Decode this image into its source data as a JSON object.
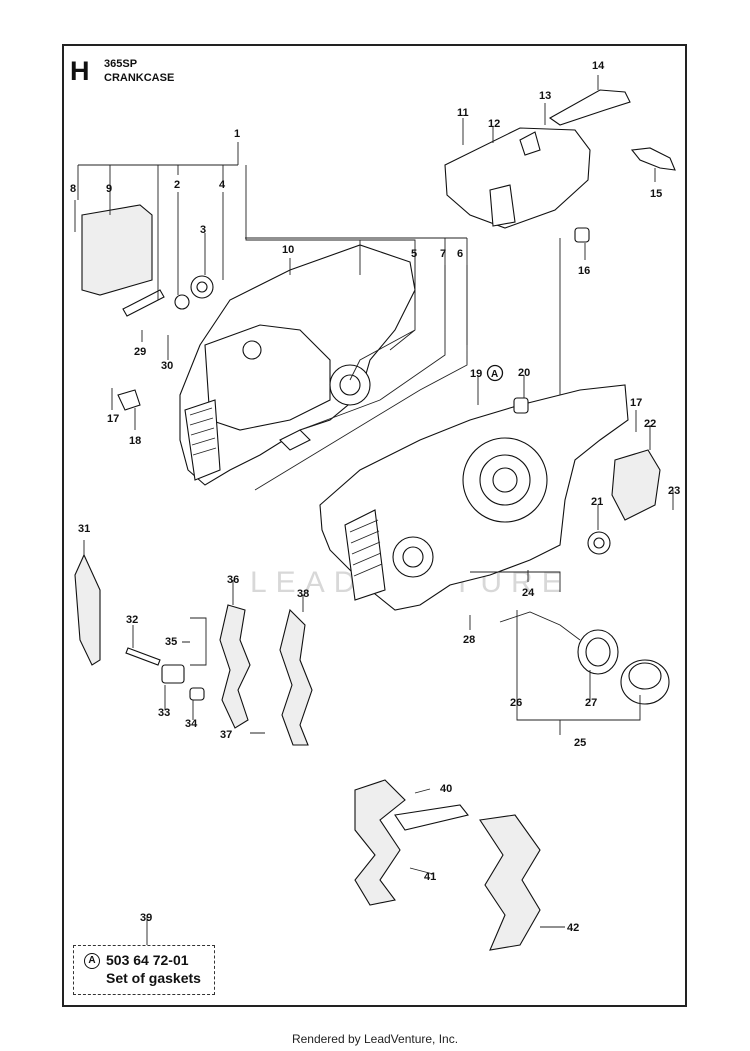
{
  "header": {
    "section_letter": "H",
    "model": "365SP",
    "title": "CRANKCASE"
  },
  "callouts": [
    "1",
    "2",
    "3",
    "4",
    "5",
    "6",
    "7",
    "8",
    "9",
    "10",
    "11",
    "12",
    "13",
    "14",
    "15",
    "16",
    "17",
    "18",
    "19",
    "20",
    "21",
    "22",
    "23",
    "24",
    "25",
    "26",
    "27",
    "28",
    "29",
    "30",
    "31",
    "32",
    "33",
    "34",
    "35",
    "36",
    "37",
    "38",
    "39",
    "40",
    "41",
    "42"
  ],
  "gasket_set": {
    "marker": "A",
    "part_number": "503 64 72-01",
    "description": "Set of gaskets"
  },
  "marker_labels": {
    "item_19": "A"
  },
  "watermark": "LEADVENTURE",
  "footer": "Rendered by LeadVenture, Inc."
}
